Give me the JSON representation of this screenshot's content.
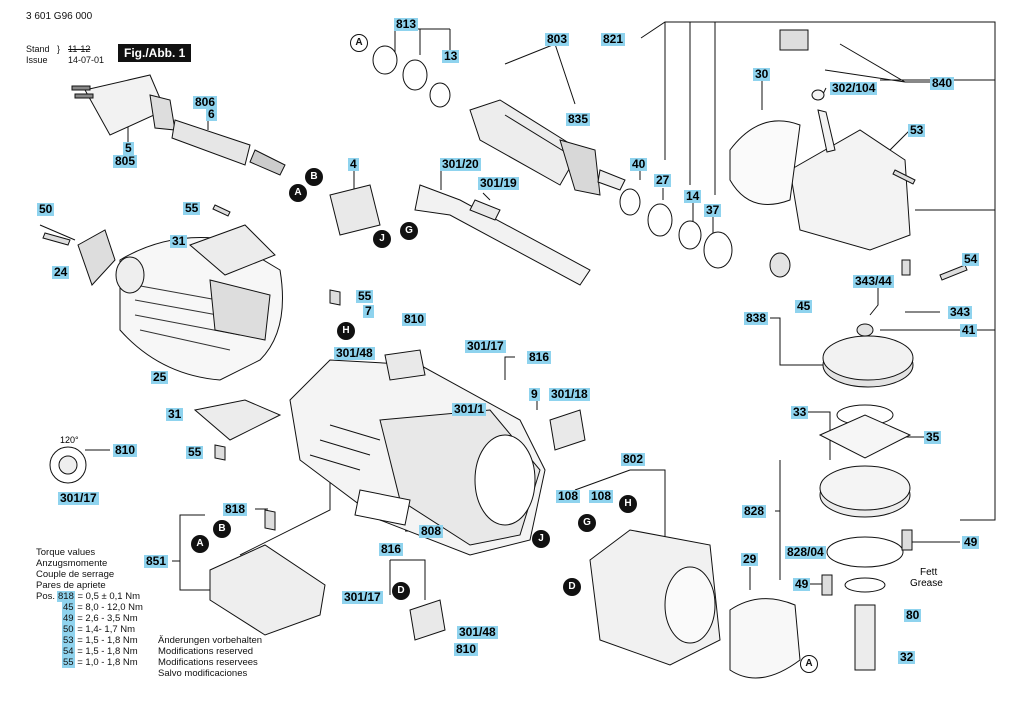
{
  "header": {
    "part_number": "3 601 G96 000",
    "stand_label": "Stand",
    "issue_label": "Issue",
    "stand_date_struck": "11-12",
    "issue_date": "14-07-01",
    "figure": "Fig./Abb. 1"
  },
  "labels": {
    "l813": "813",
    "l803": "803",
    "l821": "821",
    "l840": "840",
    "l13": "13",
    "l806": "806",
    "l6": "6",
    "l835": "835",
    "l30": "30",
    "l302104": "302/104",
    "l53a": "53",
    "l5": "5",
    "l805": "805",
    "l4": "4",
    "l30120": "301/20",
    "l30119": "301/19",
    "l40": "40",
    "l27": "27",
    "l14": "14",
    "l37": "37",
    "l50": "50",
    "l55a": "55",
    "l31a": "31",
    "l24": "24",
    "l54": "54",
    "l34344": "343/44",
    "l343": "343",
    "l41": "41",
    "l838": "838",
    "l45": "45",
    "l55b": "55",
    "l7": "7",
    "l810a": "810",
    "l30148a": "301/48",
    "l30117a": "301/17",
    "l816a": "816",
    "l25": "25",
    "l9": "9",
    "l30118": "301/18",
    "l3011": "301/1",
    "l33": "33",
    "l35": "35",
    "l31b": "31",
    "l55c": "55",
    "l810b": "810",
    "l30117b": "301/17",
    "l802": "802",
    "l108a": "108",
    "l108b": "108",
    "l828": "828",
    "l818": "818",
    "l808": "808",
    "l82804": "828/04",
    "l49a": "49",
    "l851": "851",
    "l29": "29",
    "l816b": "816",
    "l49b": "49",
    "l30117c": "301/17",
    "l30148b": "301/48",
    "l810c": "810",
    "l80": "80",
    "l32": "32"
  },
  "plain_labels": {
    "angle": "120°",
    "fett": "Fett",
    "grease": "Grease"
  },
  "callouts": {
    "A1": "A",
    "A2": "A",
    "A3": "A",
    "A4": "A",
    "B1": "B",
    "B2": "B",
    "G1": "G",
    "G2": "G",
    "H1": "H",
    "H2": "H",
    "J1": "J",
    "J2": "J",
    "D1": "D",
    "D2": "D"
  },
  "torque": {
    "lines": [
      "Torque values",
      "Anzugsmomente",
      "Couple de serrage",
      "Pares de apriete"
    ],
    "pos_label": "Pos.",
    "rows": [
      {
        "pos": "818",
        "value": "= 0,5 ± 0,1 Nm"
      },
      {
        "pos": "45",
        "value": "= 8,0 - 12,0 Nm"
      },
      {
        "pos": "49",
        "value": "= 2,6 - 3,5 Nm"
      },
      {
        "pos": "50",
        "value": "= 1,4- 1,7 Nm"
      },
      {
        "pos": "53",
        "value": "= 1,5 - 1,8 Nm"
      },
      {
        "pos": "54",
        "value": "= 1,5 - 1,8 Nm"
      },
      {
        "pos": "55",
        "value": "= 1,0 - 1,8 Nm"
      }
    ]
  },
  "notes": [
    "Änderungen vorbehalten",
    "Modifications reserved",
    "Modifications reservees",
    "Salvo modificaciones"
  ]
}
